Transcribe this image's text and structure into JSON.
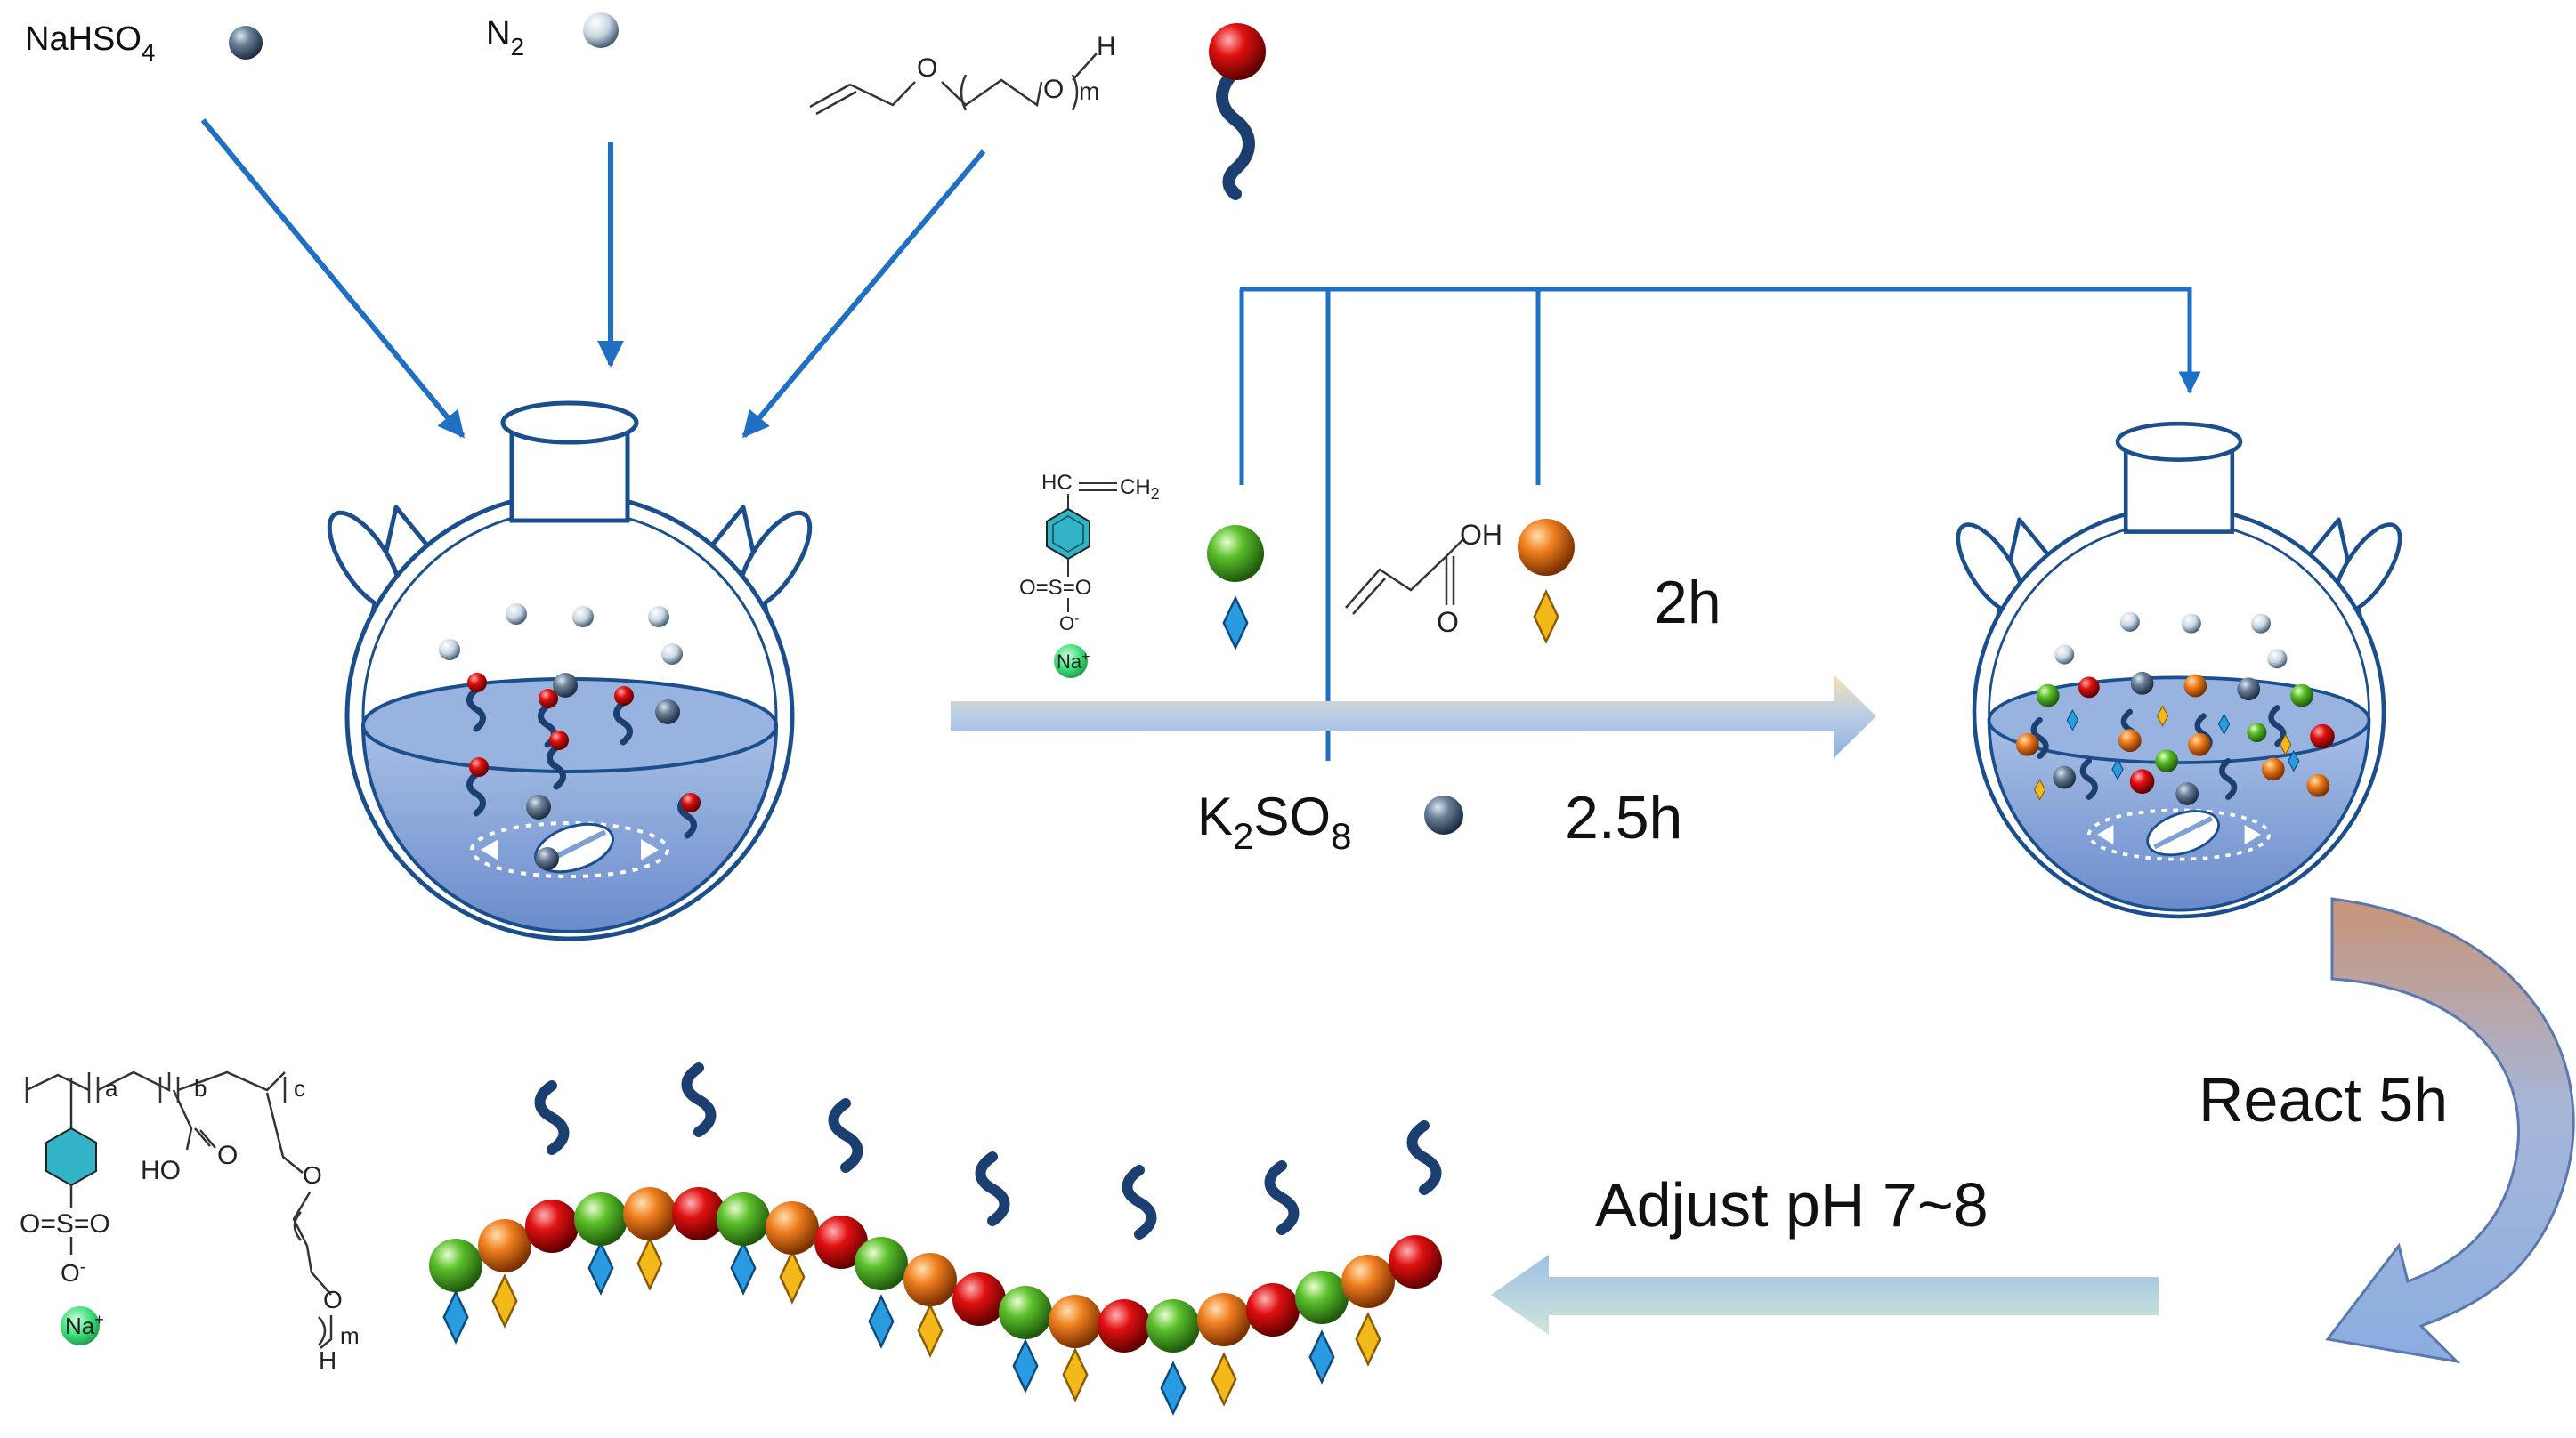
{
  "reagents": {
    "nahso4": {
      "text": "NaHSO",
      "sub": "4"
    },
    "n2": {
      "text": "N",
      "sub": "2"
    },
    "apeg": {
      "h": "H",
      "o1": "O",
      "o2": "O",
      "m": "m"
    },
    "k2s2o8": {
      "k": "K",
      "ksub": "2",
      "so": "SO",
      "sosub": "8"
    },
    "sss": {
      "hc": "HC",
      "ch2": "CH",
      "ch2sub": "2",
      "so3": "O=S=O",
      "o_minus": "O",
      "minus": "-",
      "na": "Na",
      "plus": "+"
    },
    "aa": {
      "oh": "OH",
      "o": "O"
    }
  },
  "times": {
    "t1": "2h",
    "t2": "2.5h"
  },
  "steps": {
    "react": "React  5h",
    "adjust": "Adjust pH 7~8"
  },
  "polymer": {
    "a": "a",
    "b": "b",
    "c": "c",
    "ho": "HO",
    "o": "O",
    "o_ether1": "O",
    "o_ether2": "O",
    "so3": "O=S=O",
    "o_minus": "O",
    "minus": "-",
    "na": "Na",
    "plus": "+",
    "h": "H",
    "m": "m"
  },
  "colors": {
    "arrow_blue": "#1f6fc4",
    "flask_outline": "#1b4e8c",
    "solution": "#7f9fd6",
    "sphere_red": "#e01010",
    "sphere_green": "#5bbf2a",
    "sphere_orange": "#f08020",
    "diamond_blue": "#2a9be0",
    "diamond_yellow": "#f3b81a",
    "chain_navy": "#1a3f70",
    "benzene_cyan": "#33b3c6",
    "na_green": "#3ce07a"
  }
}
